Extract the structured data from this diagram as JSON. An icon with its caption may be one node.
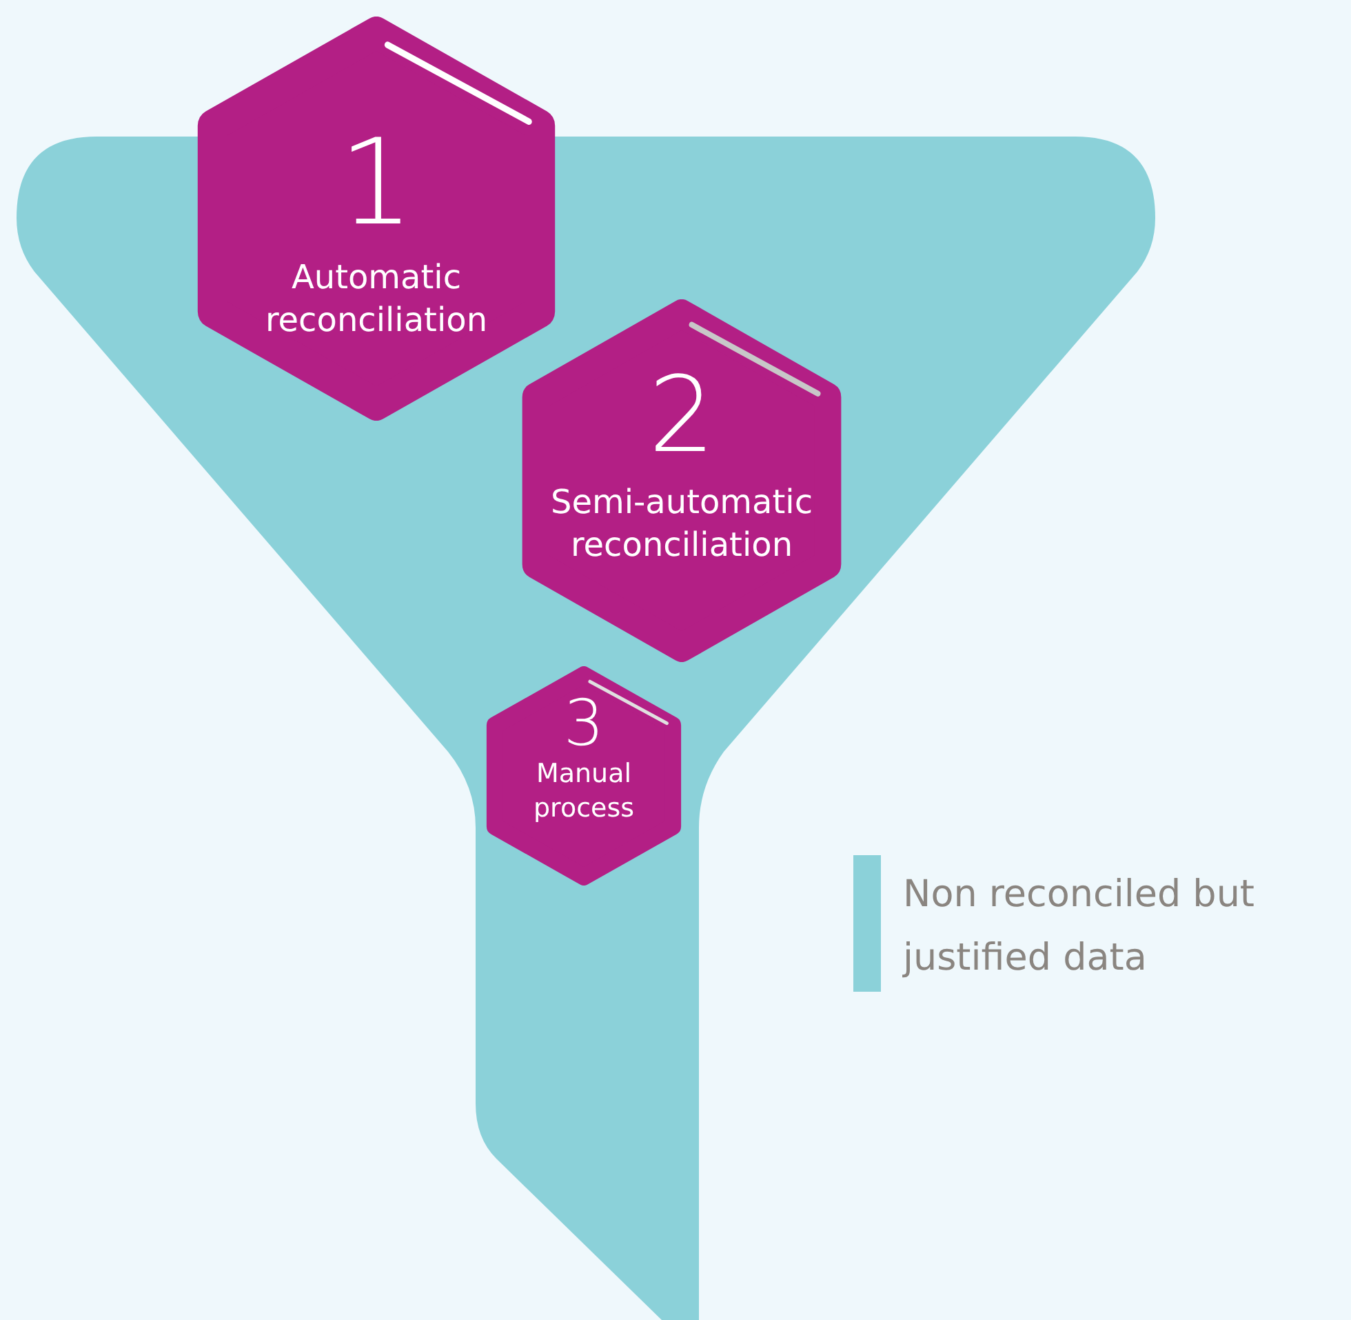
{
  "diagram": {
    "nodes": [
      {
        "text": [
          "1",
          "Automatic reconciliation"
        ]
      },
      {
        "text": [
          "2",
          "Semi-automatic reconciliation"
        ]
      },
      {
        "text": [
          "3",
          "Manual process"
        ]
      }
    ],
    "legend": [
      {
        "text": "Non reconciled but justified data",
        "color": "#8bd1d9"
      }
    ]
  }
}
